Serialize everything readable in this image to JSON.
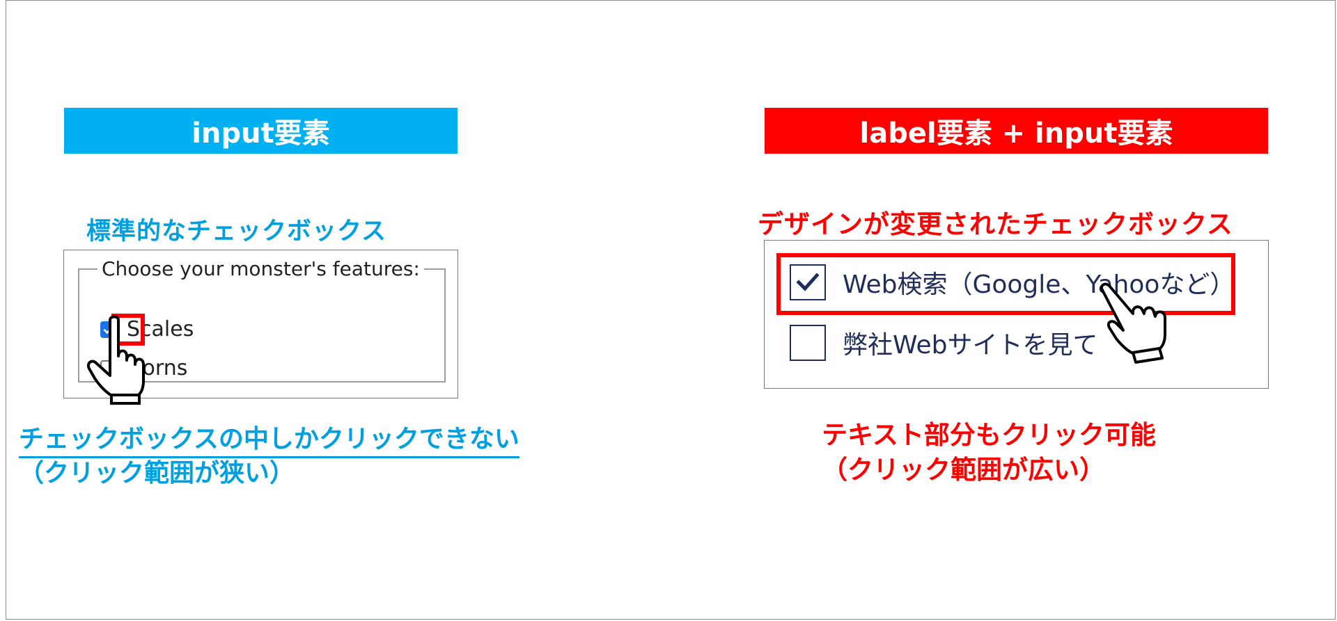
{
  "left": {
    "banner": "input要素",
    "caption": "標準的なチェックボックス",
    "fieldset_legend": "Choose your monster's features:",
    "options": [
      {
        "label": "Scales",
        "checked": true
      },
      {
        "label": "Horns",
        "checked": false
      }
    ],
    "note_line1": "チェックボックスの中しかクリックできない",
    "note_line2": "（クリック範囲が狭い）",
    "accent_color": "#00b0f0",
    "checkbox_color": "#1a73e8"
  },
  "right": {
    "banner": "label要素 + input要素",
    "caption": "デザインが変更されたチェックボックス",
    "options": [
      {
        "label": "Web検索（Google、Yahooなど）",
        "checked": true
      },
      {
        "label": "弊社Webサイトを見て",
        "checked": false
      }
    ],
    "note_line1": "テキスト部分もクリック可能",
    "note_line2": "（クリック範囲が広い）",
    "accent_color": "#ff0000",
    "checkbox_color": "#1f2d5a"
  },
  "icons": [
    "checkmark-icon",
    "pointing-hand-icon"
  ]
}
